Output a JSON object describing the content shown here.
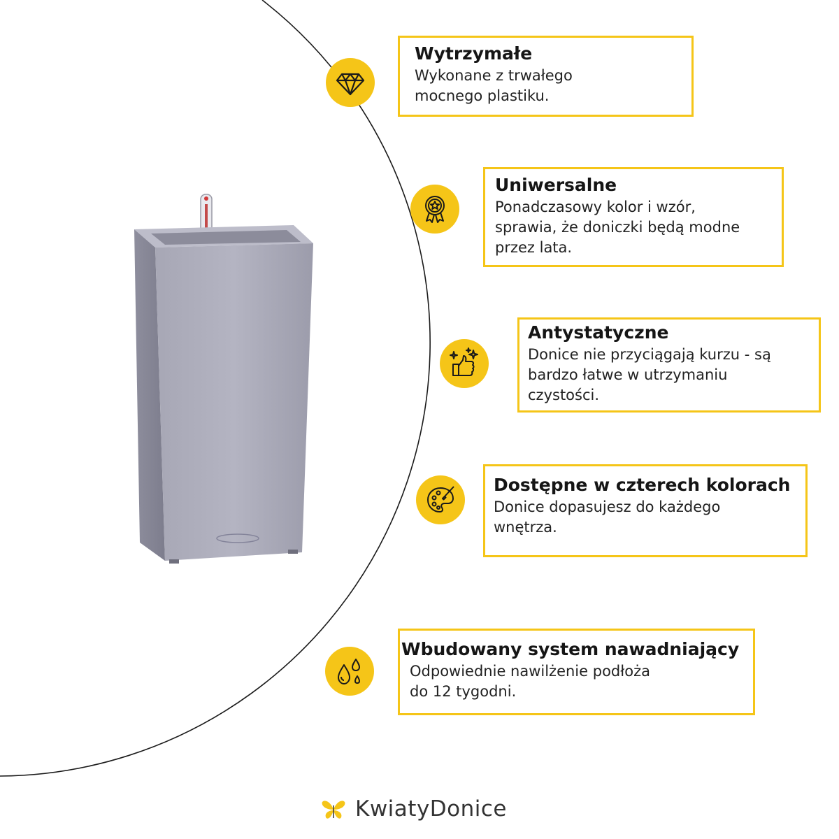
{
  "accent_color": "#f5c518",
  "features": [
    {
      "icon": "diamond-icon",
      "title": "Wytrzymałe",
      "lines": [
        "Wykonane z trwałego",
        "mocnego plastiku."
      ]
    },
    {
      "icon": "award-badge-icon",
      "title": "Uniwersalne",
      "lines": [
        "Ponadczasowy kolor i wzór,",
        "sprawia, że doniczki będą modne",
        "przez lata."
      ]
    },
    {
      "icon": "thumbs-up-sparkle-icon",
      "title": "Antystatyczne",
      "lines": [
        "Donice nie przyciągają kurzu - są",
        "bardzo łatwe w utrzymaniu",
        "czystości."
      ]
    },
    {
      "icon": "palette-icon",
      "title": "Dostępne w czterech kolorach",
      "lines": [
        "Donice dopasujesz do każdego",
        "wnętrza."
      ]
    },
    {
      "icon": "water-drops-icon",
      "title": "Wbudowany system nawadniający",
      "lines": [
        "Odpowiednie nawilżenie podłoża",
        "do 12 tygodni."
      ]
    }
  ],
  "brand": {
    "name": "KwiatyDonice"
  }
}
